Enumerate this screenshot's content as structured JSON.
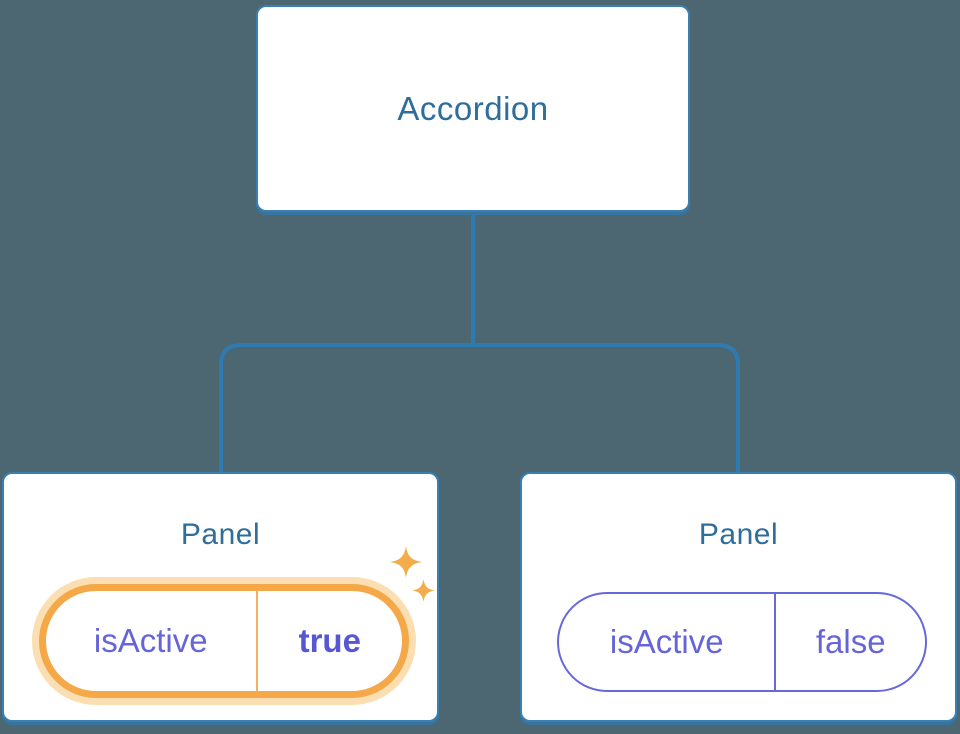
{
  "colors": {
    "background": "#4C6672",
    "node_border_blue": "#3A7FB2",
    "connector_blue": "#2F7BB1",
    "node_text_blue": "#2F6D9B",
    "prop_text_purple": "#6565D9",
    "prop_value_bold_purple": "#5757D4",
    "highlight_orange": "#F4A847",
    "highlight_orange_glow": "#FBDFB2",
    "sparkle_orange": "#F3AC4A"
  },
  "root_node": {
    "label": "Accordion"
  },
  "child_nodes": [
    {
      "label": "Panel",
      "prop_name": "isActive",
      "prop_value": "true",
      "highlighted": true
    },
    {
      "label": "Panel",
      "prop_name": "isActive",
      "prop_value": "false",
      "highlighted": false
    }
  ]
}
